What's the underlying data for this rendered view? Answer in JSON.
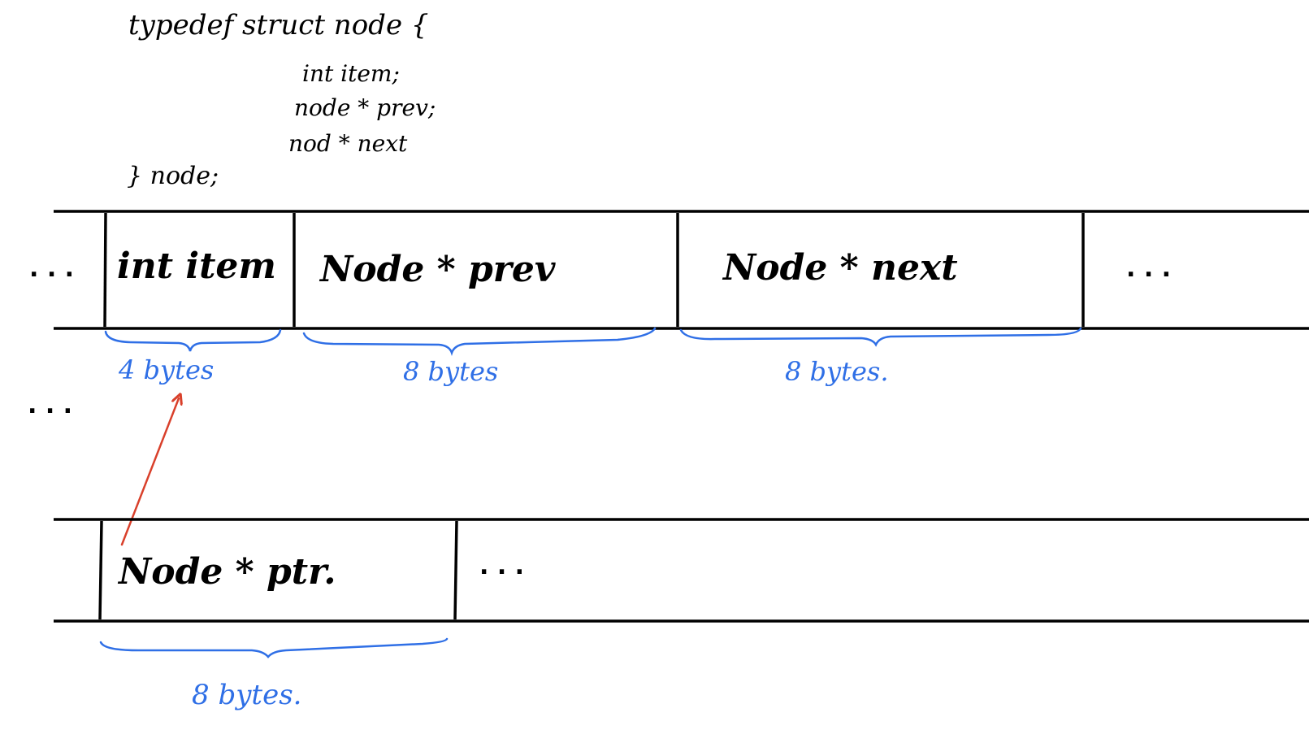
{
  "code": {
    "line1": "typedef   struct   node   {",
    "line2": "int   item;",
    "line3": "node * prev;",
    "line4": "nod  *  next",
    "line5": "} node;"
  },
  "memory_row1": {
    "left_ellipsis": ". . .",
    "fields": [
      {
        "label": "int  item",
        "size": "4 bytes"
      },
      {
        "label": "Node *  prev",
        "size": "8 bytes"
      },
      {
        "label": "Node *  next",
        "size": "8 bytes."
      }
    ],
    "right_ellipsis": ". . ."
  },
  "middle_ellipsis": ". . .",
  "memory_row2": {
    "fields": [
      {
        "label": "Node *  ptr.",
        "size": "8 bytes."
      }
    ],
    "right_ellipsis": ". . ."
  },
  "colors": {
    "ink": "#000000",
    "brace": "#2f6fe6",
    "arrow": "#d9402b"
  }
}
